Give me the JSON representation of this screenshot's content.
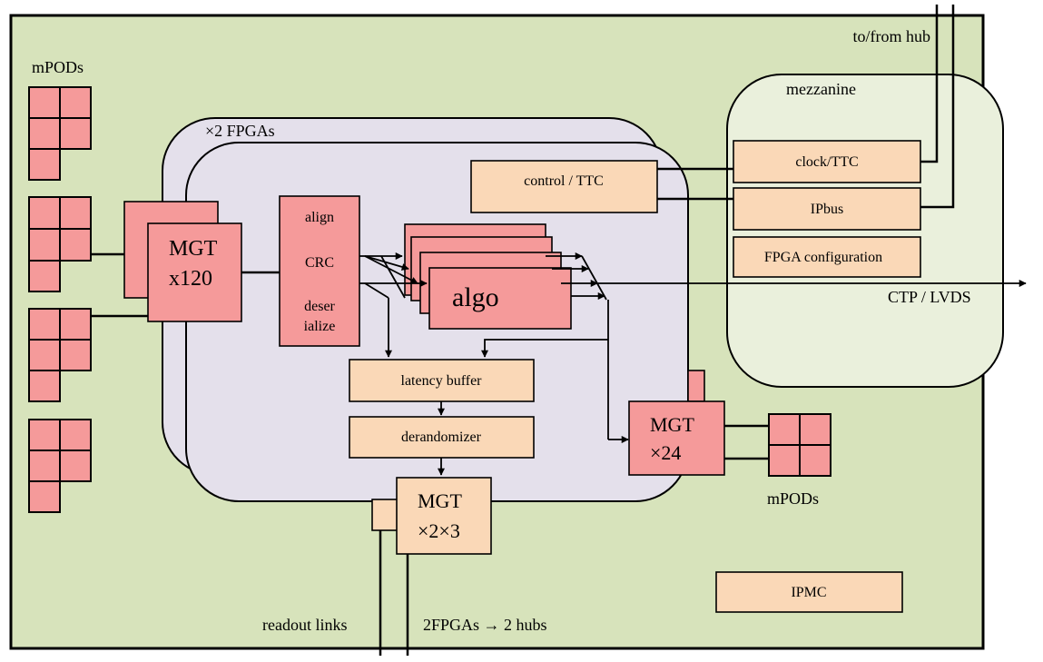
{
  "colors": {
    "board": "#d7e3bb",
    "fpga": "#e4e0eb",
    "mezzanine": "#eaf0dc",
    "peach_box": "#fad8b7",
    "pink_box": "#f59a9a"
  },
  "labels": {
    "to_from_hub": "to/from hub",
    "mpods_left": "mPODs",
    "mpods_right": "mPODs",
    "fpgas": "×2 FPGAs",
    "mezzanine": "mezzanine",
    "ctp_lvds": "CTP / LVDS",
    "readout_links": "readout links",
    "hubs": "2FPGAs → 2 hubs"
  },
  "blocks": {
    "mgt_in_line1": "MGT",
    "mgt_in_line2": "x120",
    "align": "align",
    "crc": "CRC",
    "deser_line1": "deser",
    "deser_line2": "ialize",
    "algo": "algo",
    "control_ttc": "control / TTC",
    "latency_buffer": "latency buffer",
    "derandomizer": "derandomizer",
    "mgt_out_line1": "MGT",
    "mgt_out_line2": "×24",
    "mgt_ro_line1": "MGT",
    "mgt_ro_line2": "×2×3",
    "clock_ttc": "clock/TTC",
    "ipbus": "IPbus",
    "fpga_config": "FPGA configuration",
    "ipmc": "IPMC"
  }
}
